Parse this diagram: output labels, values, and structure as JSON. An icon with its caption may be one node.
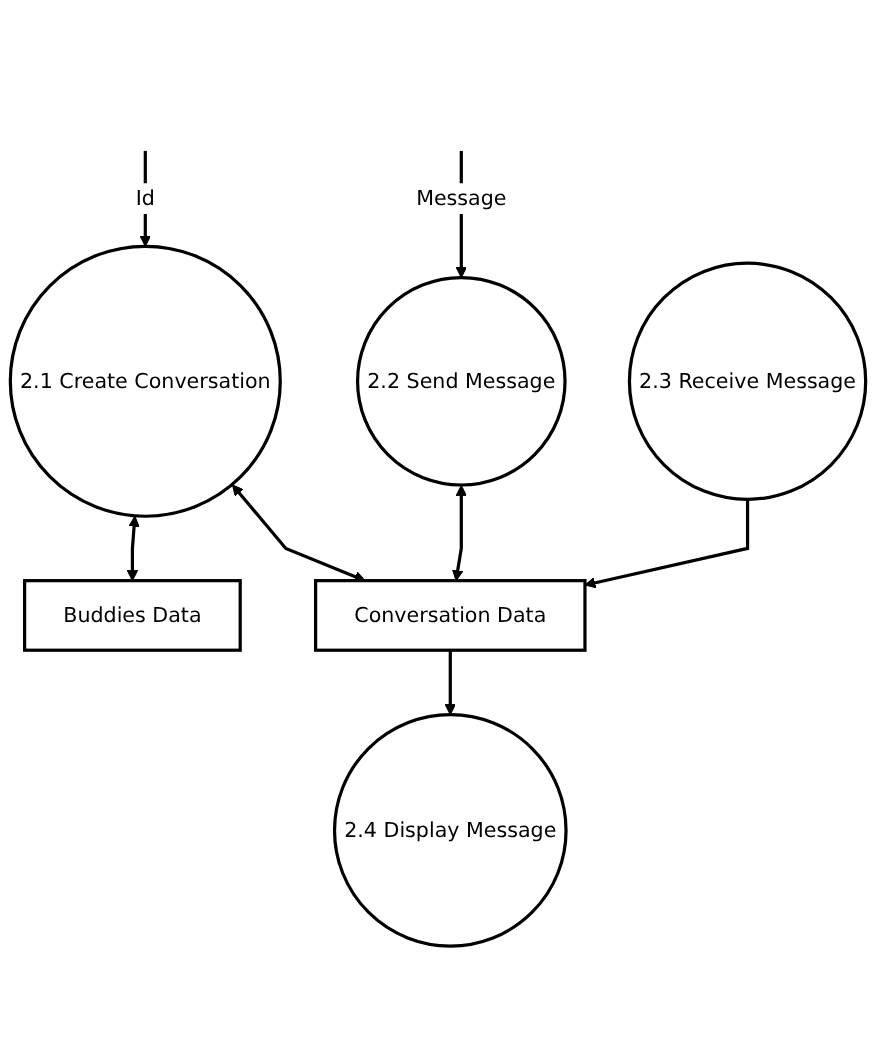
{
  "diagram": {
    "nodes": [
      {
        "text": [
          "2.1 Create Conversation"
        ]
      },
      {
        "text": [
          "2.2 Send Message"
        ]
      },
      {
        "text": [
          "Buddies Data"
        ]
      },
      {
        "text": [
          "Conversation Data"
        ]
      },
      {
        "text": [
          "2.4 Display Message"
        ]
      },
      {
        "text": [
          "2.3 Receive Message"
        ]
      }
    ],
    "edges": [
      {
        "from": null,
        "to": 0,
        "arrow": "to",
        "label": "Id"
      },
      {
        "from": null,
        "to": 1,
        "arrow": "to",
        "label": "Message"
      },
      {
        "from": 0,
        "to": 2,
        "arrow": "both"
      },
      {
        "from": 0,
        "to": 3,
        "arrow": "both"
      },
      {
        "from": 1,
        "to": 3,
        "arrow": "both"
      },
      {
        "from": 3,
        "to": 4,
        "arrow": "to"
      },
      {
        "from": 5,
        "to": 3,
        "arrow": "to"
      }
    ]
  }
}
